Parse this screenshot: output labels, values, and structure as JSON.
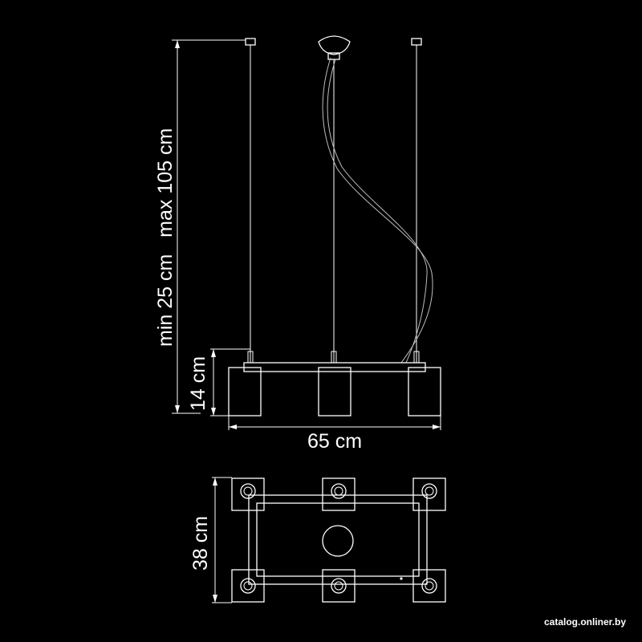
{
  "colors": {
    "background": "#000000",
    "lines": "#ffffff"
  },
  "dimensions": {
    "height_range_label": "min 25 cm   max 105 cm",
    "body_height_label": "14 cm",
    "width_label": "65 cm",
    "depth_label": "38 cm"
  },
  "watermark": "catalog.onliner.by"
}
